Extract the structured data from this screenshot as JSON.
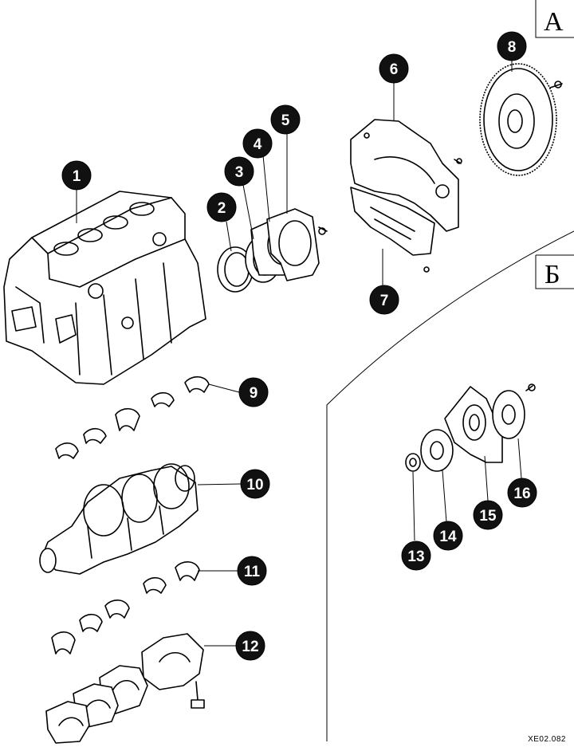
{
  "diagram": {
    "section_labels": {
      "a": "А",
      "b": "Б"
    },
    "callouts": [
      "1",
      "2",
      "3",
      "4",
      "5",
      "6",
      "7",
      "8",
      "9",
      "10",
      "11",
      "12",
      "13",
      "14",
      "15",
      "16"
    ],
    "figure_code": "XE02.082",
    "colors": {
      "ink": "#000000",
      "paper": "#ffffff",
      "callout_fill": "#000000",
      "callout_text": "#ffffff"
    }
  }
}
